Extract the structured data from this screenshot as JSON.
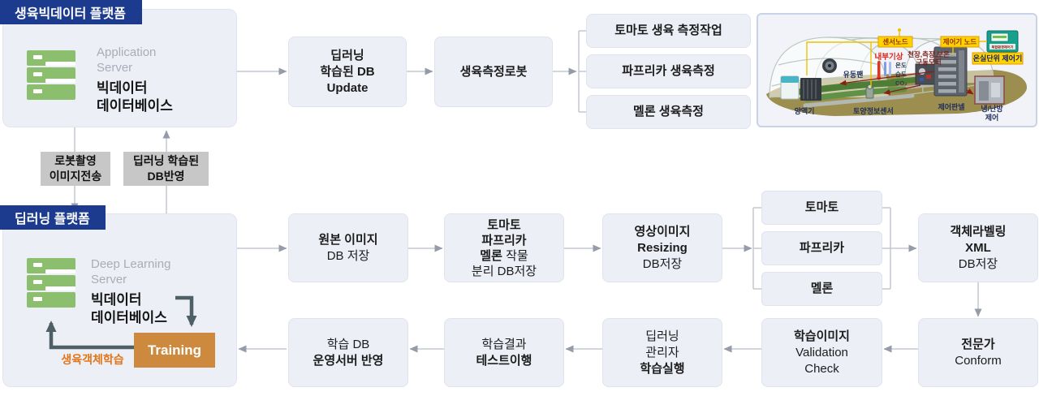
{
  "colors": {
    "header_navy": "#1c3b8e",
    "node_fill": "#edeff7",
    "node_border": "#dfe3f0",
    "server_green": "#8cbf6d",
    "training_orange": "#cd8a3e",
    "accent_orange": "#e2761a",
    "connector_gray": "#c4c7d1",
    "dark_arrow": "#4e5f66",
    "callout_yellow": "#ffd400"
  },
  "platform_top": {
    "header": "생육빅데이터 플랫폼",
    "server_type_l1": "Application",
    "server_type_l2": "Server",
    "server_name_l1": "빅데이터",
    "server_name_l2": "데이터베이스"
  },
  "platform_bottom": {
    "header": "딥러닝 플랫폼",
    "server_type_l1": "Deep Learning",
    "server_type_l2": "Server",
    "server_name_l1": "빅데이터",
    "server_name_l2": "데이터베이스",
    "training": "Training",
    "object_learning": "생육객체학습"
  },
  "connectors": {
    "robot_upload_l1": "로봇촬영",
    "robot_upload_l2": "이미지전송",
    "db_reflect_l1": "딥러닝 학습된",
    "db_reflect_l2": "DB반영"
  },
  "top_flow": {
    "update_l1": "딥러닝",
    "update_l2": "학습된 DB",
    "update_l3": "Update",
    "robot": "생육측정로봇",
    "tasks": [
      "토마토 생육 측정작업",
      "파프리카 생육측정",
      "멜론 생육측정"
    ]
  },
  "middle_flow": {
    "original_l1": "원본 이미지",
    "original_l2": "DB 저장",
    "separate_l1": "토마토",
    "separate_l2": "파프리카",
    "separate_l3b": "멜론",
    "separate_l3r": " 작물",
    "separate_l4": "분리 DB저장",
    "resize_l1": "영상이미지",
    "resize_l2": "Resizing",
    "resize_l3": "DB저장",
    "crops": [
      "토마토",
      "파프리카",
      "멜론"
    ],
    "labeling_l1": "객체라벨링",
    "labeling_l2": "XML",
    "labeling_l3": "DB저장"
  },
  "bottom_flow": {
    "expert_l1": "전문가",
    "expert_l2": "Conform",
    "valid_l1": "학습이미지",
    "valid_l2": "Validation",
    "valid_l3": "Check",
    "exec_l1": "딥러닝",
    "exec_l2": "관리자",
    "exec_l3": "학습실행",
    "test_l1": "학습결과",
    "test_l2": "테스트이행",
    "deploy_l1": "학습 DB",
    "deploy_l2": "운영서버 반영"
  },
  "greenhouse": {
    "sensor_node": "센서노드",
    "controller_node": "제어기 노드",
    "unit_controller": "온실단위 제어기",
    "device": "복합환경제어기",
    "indoor_weather": "내부기상",
    "motor_l1": "천장,측장,보온",
    "motor_l2": "구동모터",
    "temp": "온도",
    "humidity": "습도",
    "co2": "CO₂",
    "fan": "유동팬",
    "nutrient": "양액기",
    "soil_sensor": "토양정보센서",
    "control_panel": "제어판넬",
    "hvac_l1": "냉/난방",
    "hvac_l2": "제어"
  }
}
